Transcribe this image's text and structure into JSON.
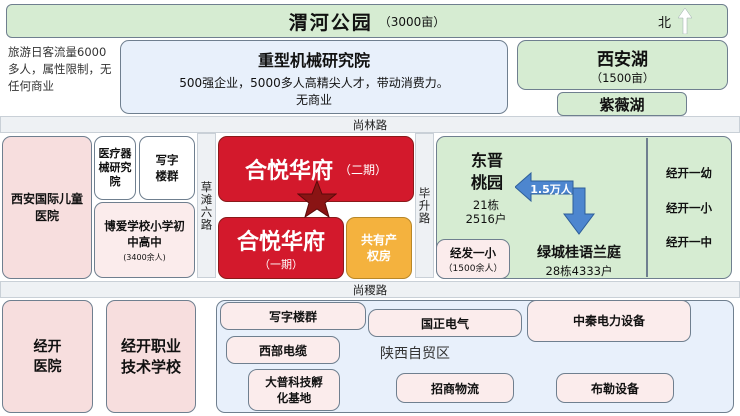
{
  "park": {
    "title": "渭河公园",
    "area": "（3000亩）",
    "north": "北"
  },
  "tourism_note": "旅游日客流量6000多人，属性限制，无任何商业",
  "research": {
    "title": "重型机械研究院",
    "desc": "500强企业，5000多人高精尖人才，带动消费力。",
    "note": "无商业"
  },
  "xian_lake": {
    "title": "西安湖",
    "area": "（1500亩）"
  },
  "ziwei_lake": {
    "title": "紫薇湖"
  },
  "roads": {
    "shanglin": "尚林路",
    "caotan6": "草滩六路",
    "bisheng": "毕升路",
    "shangji": "尚稷路"
  },
  "west_blocks": {
    "children_hospital": "西安国际儿童医院",
    "medical_institute": "医疗器械研究院",
    "office_cluster": "写字楼群",
    "boai_school": "博爱学校小学初中高中",
    "boai_students": "(3400余人)"
  },
  "heyue": {
    "phase2_name": "合悦华府",
    "phase2_tag": "（二期）",
    "phase1_name": "合悦华府",
    "phase1_tag": "（一期）",
    "public_housing": "共有产权房"
  },
  "east_blocks": {
    "dongjin_name": "东晋桃园",
    "dongjin_stats1": "21栋",
    "dongjin_stats2": "2516户",
    "population": "1.5万人",
    "jingfa_school": "经发一小",
    "jingfa_students": "（1500余人）",
    "lvcheng_name": "绿城桂语兰庭",
    "lvcheng_stats": "28栋4333户",
    "kindergarten": "经开一幼",
    "primary": "经开一小",
    "middle": "经开一中"
  },
  "south_blocks": {
    "jingkai_hospital": "经开医院",
    "vocational_school": "经开职业技术学校",
    "office_cluster": "写字楼群",
    "guozheng": "国正电气",
    "zhongqin": "中秦电力设备",
    "western_cable": "西部电缆",
    "free_trade_zone": "陕西自贸区",
    "dapu": "大普科技孵化基地",
    "zhaoshang": "招商物流",
    "bule": "布勒设备"
  }
}
